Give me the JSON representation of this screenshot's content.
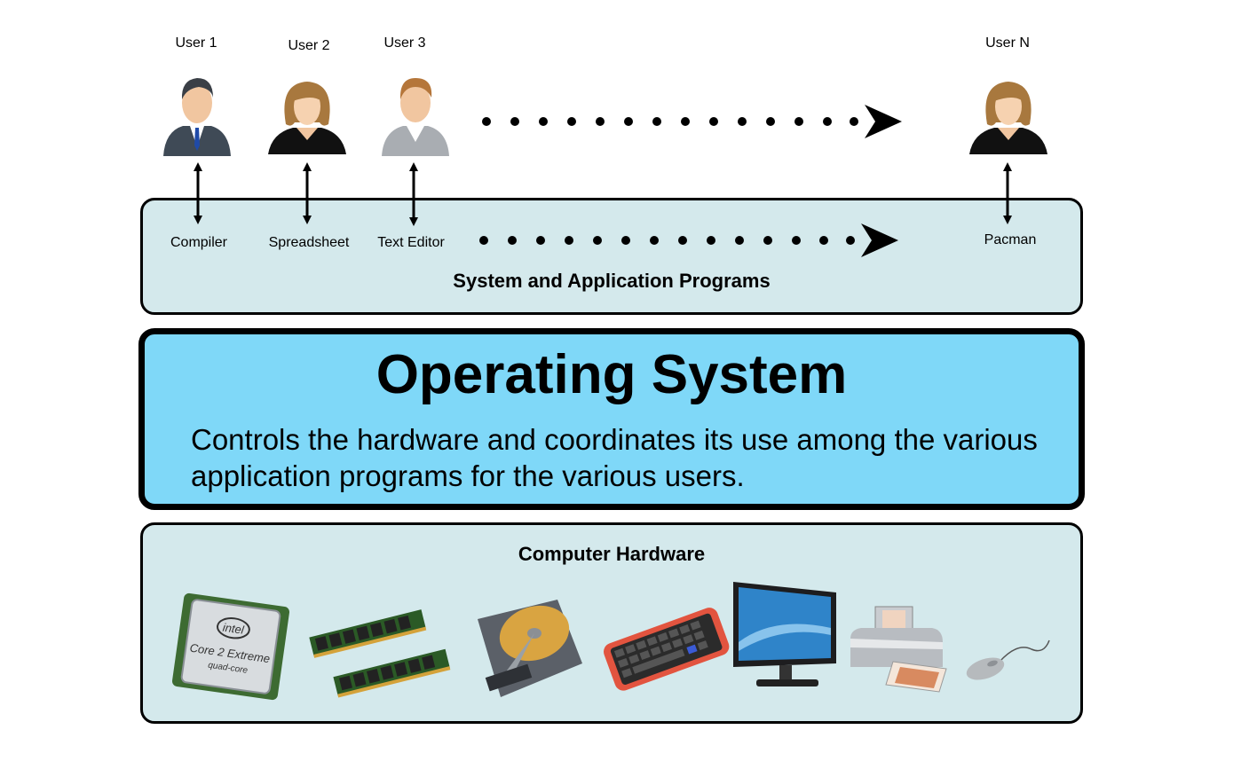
{
  "users": [
    {
      "label": "User 1",
      "icon": "businessman-icon"
    },
    {
      "label": "User 2",
      "icon": "woman-user-icon"
    },
    {
      "label": "User 3",
      "icon": "man-user-icon"
    },
    {
      "label": "User N",
      "icon": "woman-user-icon"
    }
  ],
  "programs": [
    "Compiler",
    "Spreadsheet",
    "Text Editor",
    "Pacman"
  ],
  "apps_box": {
    "title": "System and Application Programs",
    "color": "#d4e9ec"
  },
  "os_box": {
    "title": "Operating System",
    "description": "Controls the hardware and coordinates its use among the various application programs for the various users.",
    "color": "#7fd8f8"
  },
  "hardware_box": {
    "title": "Computer Hardware",
    "color": "#d4e9ec",
    "cpu_brand": "intel",
    "cpu_model": "Core 2 Extreme",
    "cpu_variant": "quad-core",
    "devices": [
      "cpu-icon",
      "ram-icon",
      "hard-drive-icon",
      "keyboard-icon",
      "monitor-icon",
      "printer-icon",
      "mouse-icon"
    ]
  }
}
